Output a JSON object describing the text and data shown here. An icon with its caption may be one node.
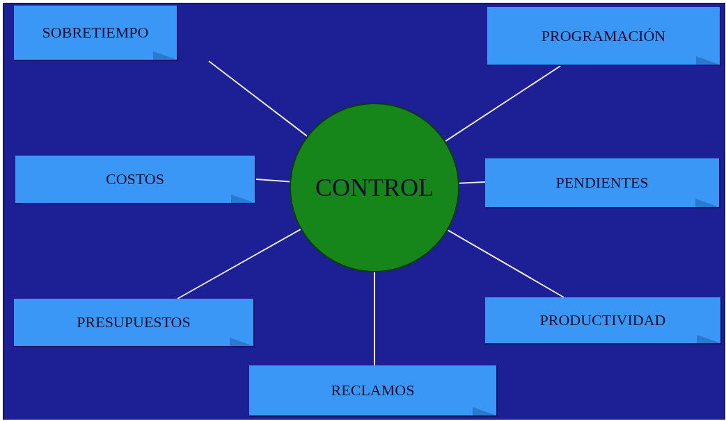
{
  "diagram": {
    "nodes": [
      {
        "text": [
          "SOBRETIEMPO"
        ]
      },
      {
        "text": [
          "PROGRAMACIÓN"
        ]
      },
      {
        "text": [
          "COSTOS"
        ]
      },
      {
        "text": [
          "CONTROL"
        ]
      },
      {
        "text": [
          "PENDIENTES"
        ]
      },
      {
        "text": [
          "PRESUPUESTOS"
        ]
      },
      {
        "text": [
          "PRODUCTIVIDAD"
        ]
      },
      {
        "text": [
          "RECLAMOS"
        ]
      }
    ],
    "edges": [
      {
        "from": 3,
        "to": 0,
        "arrow": "none"
      },
      {
        "from": 3,
        "to": 1,
        "arrow": "none"
      },
      {
        "from": 3,
        "to": 2,
        "arrow": "none"
      },
      {
        "from": 3,
        "to": 4,
        "arrow": "none"
      },
      {
        "from": 3,
        "to": 5,
        "arrow": "none"
      },
      {
        "from": 3,
        "to": 6,
        "arrow": "none"
      },
      {
        "from": 3,
        "to": 7,
        "arrow": "none"
      }
    ]
  }
}
